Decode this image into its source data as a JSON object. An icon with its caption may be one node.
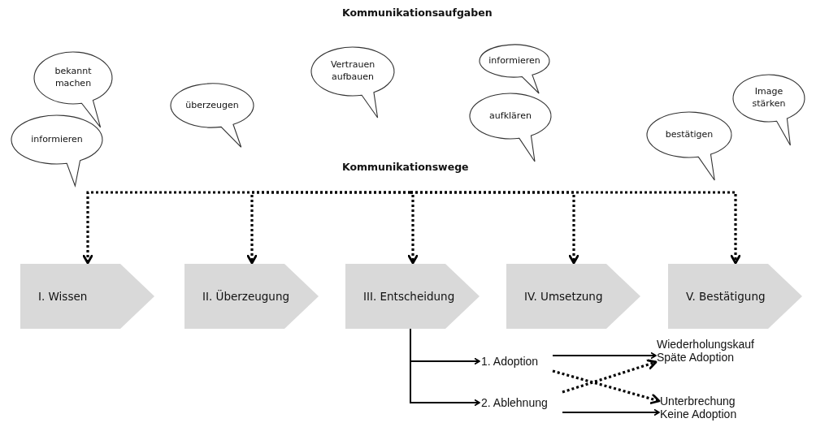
{
  "diagram": {
    "title": "Kommunikationsaufgaben",
    "nodes": [
      {
        "text": [
          "informieren"
        ]
      },
      {
        "text": [
          "bekannt machen"
        ]
      },
      {
        "text": [
          "überzeugen"
        ]
      },
      {
        "text": [
          "Vertrauen aufbauen"
        ]
      },
      {
        "text": [
          "aufklären"
        ]
      },
      {
        "text": [
          "informieren"
        ]
      },
      {
        "text": [
          "bestätigen"
        ]
      },
      {
        "text": [
          "Image stärken"
        ]
      },
      {
        "text": [
          "I. Wissen"
        ]
      },
      {
        "text": [
          "II. Überzeugung"
        ]
      },
      {
        "text": [
          "III. Entscheidung"
        ]
      },
      {
        "text": [
          "IV. Umsetzung"
        ]
      },
      {
        "text": [
          "V. Bestätigung"
        ]
      },
      {
        "text": [
          "1. Adoption"
        ]
      },
      {
        "text": [
          "2. Ablehnung"
        ]
      },
      {
        "text": [
          "Wiederholungskauf Späte Adoption"
        ]
      },
      {
        "text": [
          "Unterbrechung Keine Adoption"
        ]
      }
    ],
    "edges": [
      {
        "from": null,
        "to": 8,
        "arrow": "to",
        "style": "dashed"
      },
      {
        "from": null,
        "to": 9,
        "arrow": "to",
        "style": "dashed"
      },
      {
        "from": null,
        "to": 10,
        "arrow": "to",
        "style": "dashed"
      },
      {
        "from": null,
        "to": 11,
        "arrow": "to",
        "style": "dashed"
      },
      {
        "from": null,
        "to": 12,
        "arrow": "to",
        "style": "dashed"
      },
      {
        "from": 10,
        "to": 13,
        "arrow": "to"
      },
      {
        "from": 10,
        "to": 14,
        "arrow": "to"
      },
      {
        "from": 13,
        "to": 15,
        "arrow": "to"
      },
      {
        "from": 13,
        "to": 16,
        "arrow": "to",
        "style": "dashed"
      },
      {
        "from": 14,
        "to": 15,
        "arrow": "to",
        "style": "dashed"
      },
      {
        "from": 14,
        "to": 16,
        "arrow": "to"
      }
    ],
    "labels": [
      "Kommunikationswege"
    ]
  }
}
